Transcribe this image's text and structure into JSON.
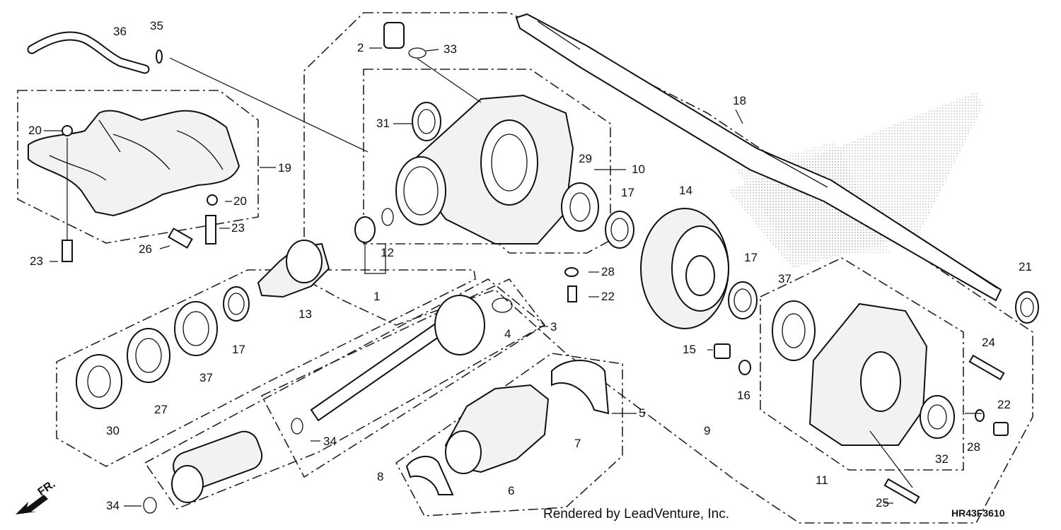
{
  "callouts": [
    {
      "id": "c1",
      "text": "1"
    },
    {
      "id": "c2",
      "text": "2"
    },
    {
      "id": "c3",
      "text": "3"
    },
    {
      "id": "c4",
      "text": "4"
    },
    {
      "id": "c5",
      "text": "5"
    },
    {
      "id": "c6",
      "text": "6"
    },
    {
      "id": "c7",
      "text": "7"
    },
    {
      "id": "c8",
      "text": "8"
    },
    {
      "id": "c9",
      "text": "9"
    },
    {
      "id": "c10",
      "text": "10"
    },
    {
      "id": "c11",
      "text": "11"
    },
    {
      "id": "c12",
      "text": "12"
    },
    {
      "id": "c13",
      "text": "13"
    },
    {
      "id": "c14",
      "text": "14"
    },
    {
      "id": "c15",
      "text": "15"
    },
    {
      "id": "c16",
      "text": "16"
    },
    {
      "id": "c17a",
      "text": "17"
    },
    {
      "id": "c17b",
      "text": "17"
    },
    {
      "id": "c17c",
      "text": "17"
    },
    {
      "id": "c18",
      "text": "18"
    },
    {
      "id": "c19",
      "text": "19"
    },
    {
      "id": "c20a",
      "text": "20"
    },
    {
      "id": "c20b",
      "text": "20"
    },
    {
      "id": "c21",
      "text": "21"
    },
    {
      "id": "c22a",
      "text": "22"
    },
    {
      "id": "c22b",
      "text": "22"
    },
    {
      "id": "c23a",
      "text": "23"
    },
    {
      "id": "c23b",
      "text": "23"
    },
    {
      "id": "c24",
      "text": "24"
    },
    {
      "id": "c25",
      "text": "25"
    },
    {
      "id": "c26",
      "text": "26"
    },
    {
      "id": "c27",
      "text": "27"
    },
    {
      "id": "c28a",
      "text": "28"
    },
    {
      "id": "c28b",
      "text": "28"
    },
    {
      "id": "c29",
      "text": "29"
    },
    {
      "id": "c30",
      "text": "30"
    },
    {
      "id": "c31",
      "text": "31"
    },
    {
      "id": "c32",
      "text": "32"
    },
    {
      "id": "c33",
      "text": "33"
    },
    {
      "id": "c34a",
      "text": "34"
    },
    {
      "id": "c34b",
      "text": "34"
    },
    {
      "id": "c35",
      "text": "35"
    },
    {
      "id": "c36",
      "text": "36"
    },
    {
      "id": "c37a",
      "text": "37"
    },
    {
      "id": "c37b",
      "text": "37"
    }
  ],
  "footer": {
    "credit": "Rendered by LeadVenture, Inc.",
    "diagram_code": "HR43F3610",
    "direction": "FR."
  }
}
